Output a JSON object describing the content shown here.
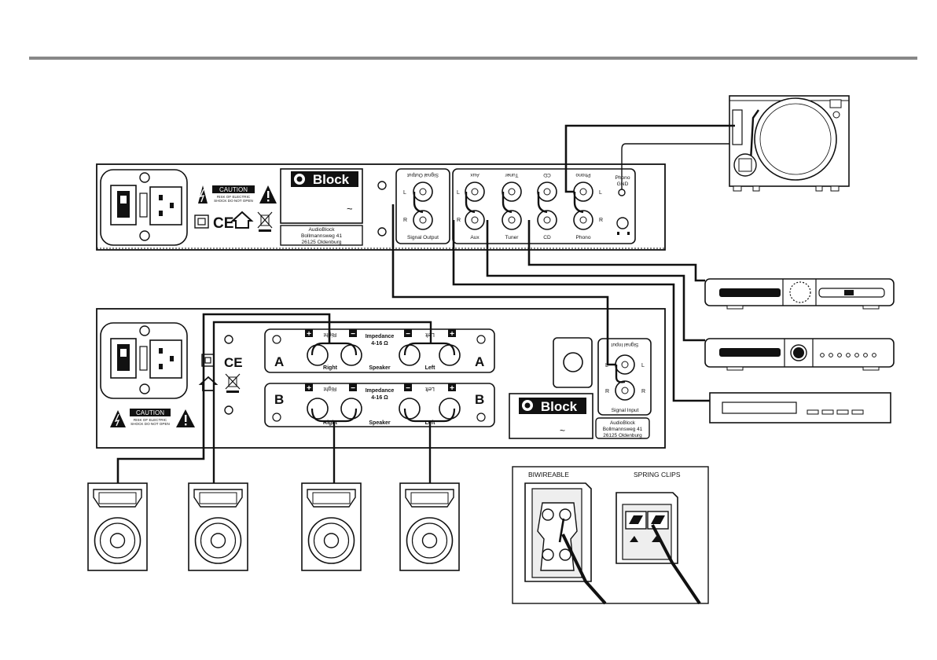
{
  "preamp": {
    "brand": "Block",
    "caution": {
      "title": "CAUTION",
      "line1": "RISK OF ELECTRIC",
      "line2": "SHOCK DO NOT OPEN"
    },
    "ac_symbol": "~",
    "ce_mark": "CE",
    "address": {
      "line1": "AudioBlock",
      "line2": "Bollmannsweg 41",
      "line3": "26125 Oldenburg"
    },
    "output": {
      "top_label": "Signal Output",
      "bottom_label": "Signal Output",
      "left": "L",
      "right": "R"
    },
    "inputs": [
      {
        "top_label": "Aux",
        "bottom_label": "Aux"
      },
      {
        "top_label": "Tuner",
        "bottom_label": "Tuner"
      },
      {
        "top_label": "CD",
        "bottom_label": "CD"
      },
      {
        "top_label": "Phono",
        "bottom_label": "Phono"
      }
    ],
    "left_channel": "L",
    "right_channel": "R",
    "phono_gnd": {
      "line1": "Phono",
      "line2": "GND"
    }
  },
  "amp": {
    "brand": "Block",
    "caution": {
      "title": "CAUTION",
      "line1": "RISK OF ELECTRIC",
      "line2": "SHOCK DO NOT OPEN"
    },
    "ac_symbol": "~",
    "ce_mark": "CE",
    "address": {
      "line1": "AudioBlock",
      "line2": "Bollmannsweg 41",
      "line3": "26125 Oldenburg"
    },
    "speaker_a": {
      "letter": "A",
      "top_right": "Right",
      "top_left": "Left",
      "impedance": "Impedance",
      "ohms": "4-16 Ω",
      "bottom_right": "Right",
      "speaker": "Speaker",
      "bottom_left": "Left"
    },
    "speaker_b": {
      "letter": "B",
      "top_right": "Right",
      "top_left": "Left",
      "impedance": "Impedance",
      "ohms": "4-16 Ω",
      "bottom_right": "Right",
      "speaker": "Speaker",
      "bottom_left": "Left"
    },
    "input": {
      "top_label": "Signal Input",
      "bottom_label": "Signal Input",
      "left": "L",
      "right": "R"
    },
    "plus": "+",
    "minus": "−"
  },
  "inset": {
    "biwireable": "BIWIREABLE",
    "spring_clips": "SPRING CLIPS"
  }
}
